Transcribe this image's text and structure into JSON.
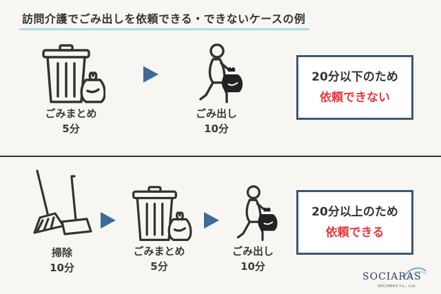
{
  "title": "訪問介護でごみ出しを依頼できる・できないケースの例",
  "top_row": {
    "steps": [
      {
        "label": "ごみまとめ",
        "time": "5分"
      },
      {
        "label": "ごみ出し",
        "time": "10分"
      }
    ],
    "result": {
      "line1": "20分以下のため",
      "line2": "依頼できない"
    }
  },
  "bottom_row": {
    "steps": [
      {
        "label": "掃除",
        "time": "10分"
      },
      {
        "label": "ごみまとめ",
        "time": "5分"
      },
      {
        "label": "ごみ出し",
        "time": "10分"
      }
    ],
    "result": {
      "line1": "20分以上のため",
      "line2": "依頼できる"
    }
  },
  "logo": {
    "name": "SOCIARAS",
    "sub": "SOCIARAS Co., Ltd."
  },
  "colors": {
    "arrow": "#3e6b96",
    "box_border": "#3d5673",
    "alert": "#e8373e",
    "underline": "#a8dbe8"
  }
}
